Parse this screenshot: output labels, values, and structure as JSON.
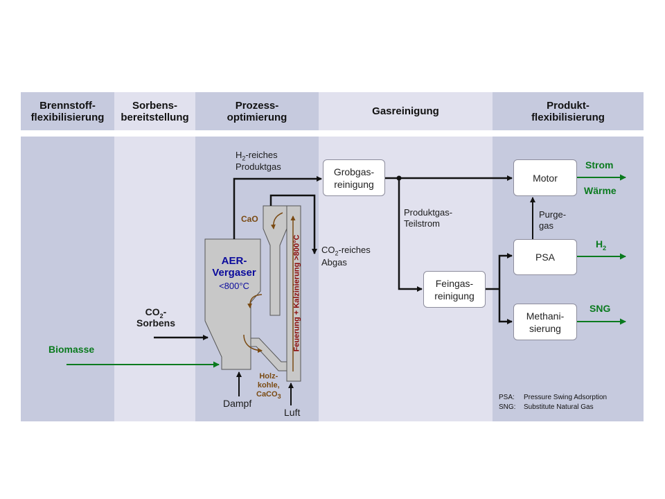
{
  "columns": [
    {
      "header": "Brennstoff-\nflexibilisierung"
    },
    {
      "header": "Sorbens-\nbereitstellung"
    },
    {
      "header": "Prozess-\noptimierung"
    },
    {
      "header": "Gasreinigung"
    },
    {
      "header": "Produkt-\nflexibilisierung"
    }
  ],
  "boxes": {
    "grobgas": "Grobgas-\nreinigung",
    "feingas": "Feingas-\nreinigung",
    "motor": "Motor",
    "psa": "PSA",
    "methan": "Methani-\nsierung"
  },
  "labels": {
    "h2_reiches_a": "H",
    "h2_reiches_sub": "2",
    "h2_reiches_b": "-reiches",
    "produktgas": "Produktgas",
    "co2_reiches_a": "CO",
    "co2_reiches_sub": "2",
    "co2_reiches_b": "-reiches",
    "abgas": "Abgas",
    "teilstrom": "Produktgas-\nTeilstrom",
    "purge": "Purge-\ngas",
    "cao": "CaO",
    "aer": "AER-\nVergaser",
    "aer_temp": "<800°C",
    "sorbens_a": "CO",
    "sorbens_sub": "2",
    "sorbens_b": "-",
    "sorbens_c": "Sorbens",
    "holzkohle": "Holz-\nkohle,\nCaCO",
    "holzkohle_sub": "3",
    "feuerung": "Feuerung + Kalzinierung >800°C",
    "dampf": "Dampf",
    "luft": "Luft"
  },
  "outputs": {
    "strom": "Strom",
    "waerme": "Wärme",
    "h2_a": "H",
    "h2_sub": "2",
    "sng": "SNG",
    "biomasse": "Biomasse"
  },
  "legend": [
    {
      "abbr": "PSA:",
      "text": "Pressure Swing Adsorption"
    },
    {
      "abbr": "SNG:",
      "text": "Substitute Natural Gas"
    }
  ],
  "colors": {
    "column_dark": "#c6cade",
    "column_light": "#e1e1ee",
    "output_green": "#0a7a1e",
    "sorbent_brown": "#7a4a12",
    "gasifier_blue": "#0b0b9c",
    "combustion_red": "#8b0a0a"
  }
}
